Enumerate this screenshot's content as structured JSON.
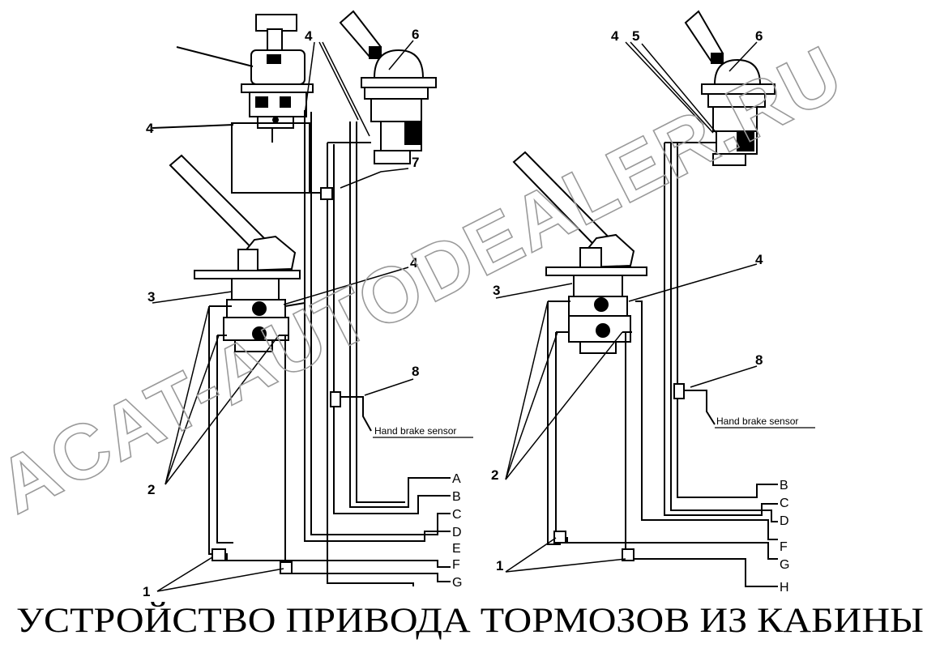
{
  "title": "УСТРОЙСТВО ПРИВОДА ТОРМОЗОВ ИЗ КАБИНЫ",
  "watermark": "ACAT-AUTODEALER.RU",
  "colors": {
    "line": "#000000",
    "watermark": "#9a9a9a",
    "background": "#ffffff"
  },
  "left_diagram": {
    "callouts": [
      "4",
      "4",
      "6",
      "7",
      "4",
      "3",
      "8",
      "2",
      "1"
    ],
    "sensor_label": "Hand brake sensor",
    "ports": [
      "A",
      "B",
      "C",
      "D",
      "E",
      "F",
      "G"
    ]
  },
  "right_diagram": {
    "callouts": [
      "4",
      "5",
      "6",
      "4",
      "3",
      "8",
      "2",
      "1"
    ],
    "sensor_label": "Hand brake sensor",
    "ports": [
      "B",
      "C",
      "D",
      "F",
      "G",
      "H"
    ]
  }
}
